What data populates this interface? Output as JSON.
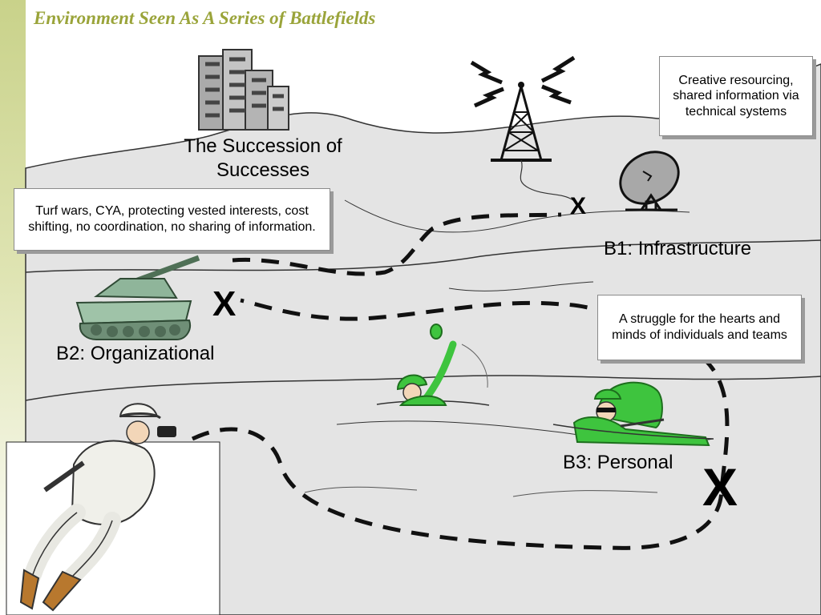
{
  "title": "Environment Seen As A Series of Battlefields",
  "labels": {
    "succession": "The Succession of Successes",
    "b1": "B1: Infrastructure",
    "b2": "B2: Organizational",
    "b3": "B3: Personal"
  },
  "callouts": {
    "creative": "Creative resourcing, shared information via technical systems",
    "turf": "Turf wars, CYA, protecting vested interests, cost shifting, no coordination, no sharing of information.",
    "struggle": "A struggle for the hearts and minds of individuals and teams"
  },
  "marks": {
    "x_infrastructure": "X",
    "x_organizational": "X",
    "x_personal": "X"
  },
  "icons": [
    "city-buildings-icon",
    "radio-tower-icon",
    "satellite-dish-icon",
    "tank-icon",
    "soldier-throwing-grenade-icon",
    "soldier-with-radio-icon",
    "soldier-with-binoculars-icon"
  ],
  "colors": {
    "accent": "#9aa43a",
    "terrain": "#e4e4e4",
    "soldier": "#3ec43e",
    "tank": "#8fb59a"
  }
}
